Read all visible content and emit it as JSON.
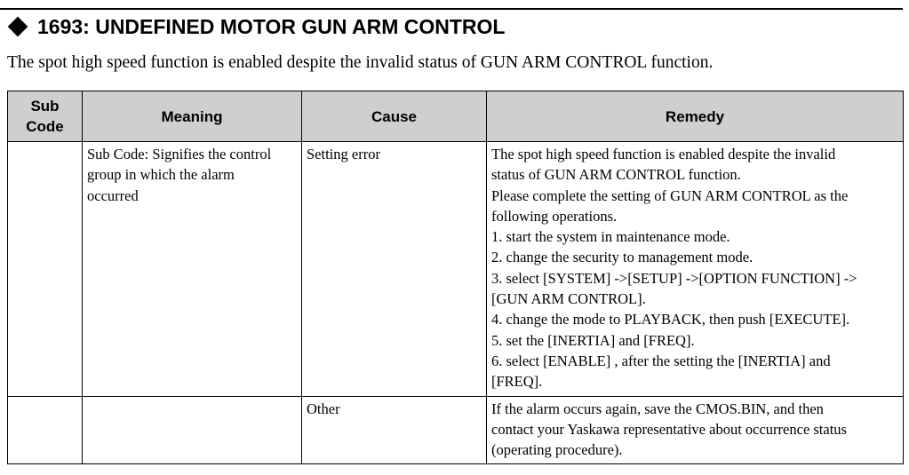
{
  "heading": {
    "bullet_icon": "diamond-icon",
    "title": "1693: UNDEFINED MOTOR GUN ARM CONTROL"
  },
  "intro": "The spot high speed function is enabled despite the invalid status of GUN ARM CONTROL function.",
  "table": {
    "headers": {
      "sub_code_line1": "Sub",
      "sub_code_line2": "Code",
      "meaning": "Meaning",
      "cause": "Cause",
      "remedy": "Remedy"
    },
    "meaning_lines": [
      "Sub Code: Signifies the control",
      "group in which the alarm",
      "occurred"
    ],
    "rows": [
      {
        "cause": "Setting error",
        "remedy_lines": [
          "The spot high speed function is enabled despite the invalid",
          "status of GUN ARM CONTROL function.",
          "Please complete the setting of GUN ARM CONTROL as the",
          "following operations.",
          "1. start the system in maintenance mode.",
          "2. change the security to management mode.",
          "3. select [SYSTEM] ->[SETUP] ->[OPTION FUNCTION] ->",
          "[GUN ARM CONTROL].",
          "4. change the mode to PLAYBACK, then push [EXECUTE].",
          "5. set the [INERTIA] and [FREQ].",
          "6. select [ENABLE] , after the setting the [INERTIA] and",
          "[FREQ]."
        ]
      },
      {
        "cause": "Other",
        "remedy_lines": [
          "If the alarm occurs again, save the CMOS.BIN, and then",
          "contact your Yaskawa representative about occurrence status",
          "(operating procedure)."
        ]
      }
    ]
  }
}
